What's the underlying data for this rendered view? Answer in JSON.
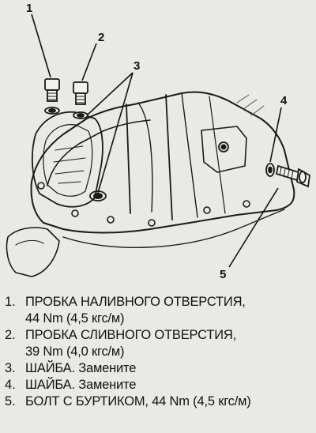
{
  "callouts": [
    {
      "number": "1"
    },
    {
      "number": "2"
    },
    {
      "number": "3"
    },
    {
      "number": "4"
    },
    {
      "number": "5"
    }
  ],
  "legend": [
    {
      "number": "1.",
      "line1": "ПРОБКА НАЛИВНОГО ОТВЕРСТИЯ,",
      "line2": "44 Nm (4,5 кгс/м)"
    },
    {
      "number": "2.",
      "line1": "ПРОБКА СЛИВНОГО ОТВЕРСТИЯ,",
      "line2": "39 Nm (4,0 кгс/м)"
    },
    {
      "number": "3.",
      "line1": "ШАЙБА. Замените",
      "line2": ""
    },
    {
      "number": "4.",
      "line1": "ШАЙБА. Замените",
      "line2": ""
    },
    {
      "number": "5.",
      "line1": "БОЛТ С БУРТИКОМ, 44 Nm (4,5 кгс/м)",
      "line2": ""
    }
  ]
}
